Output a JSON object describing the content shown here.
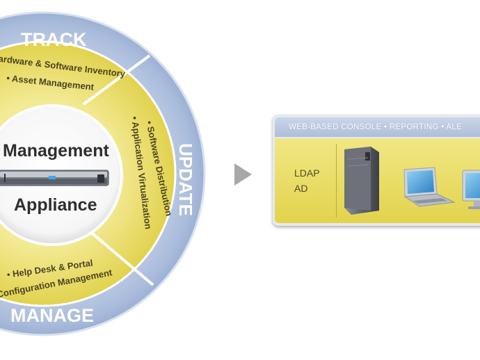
{
  "cycle": {
    "track_label": "TRACK",
    "update_label": "UPDATE",
    "manage_label": "MANAGE",
    "track_item_1": "Hardware & Software Inventory",
    "track_item_2": "• Asset Management",
    "update_item_1": "• Software Distribution",
    "update_item_2": "• Application Virtualization",
    "manage_item_1": "• Help Desk & Portal",
    "manage_item_2": "Configuration Management",
    "center_line_1": "Management",
    "center_line_2": "Appliance"
  },
  "console": {
    "header_label": "WEB-BASED CONSOLE • REPORTING • ALE",
    "auth_1": "LDAP",
    "auth_2": "AD",
    "devices": [
      "server-tower",
      "laptop",
      "monitor"
    ]
  },
  "colors": {
    "outer_ring": "#aebfdb",
    "inner_yellow": "#e9dd62",
    "center": "#ffffff",
    "arrow": "#a8a8a8"
  }
}
